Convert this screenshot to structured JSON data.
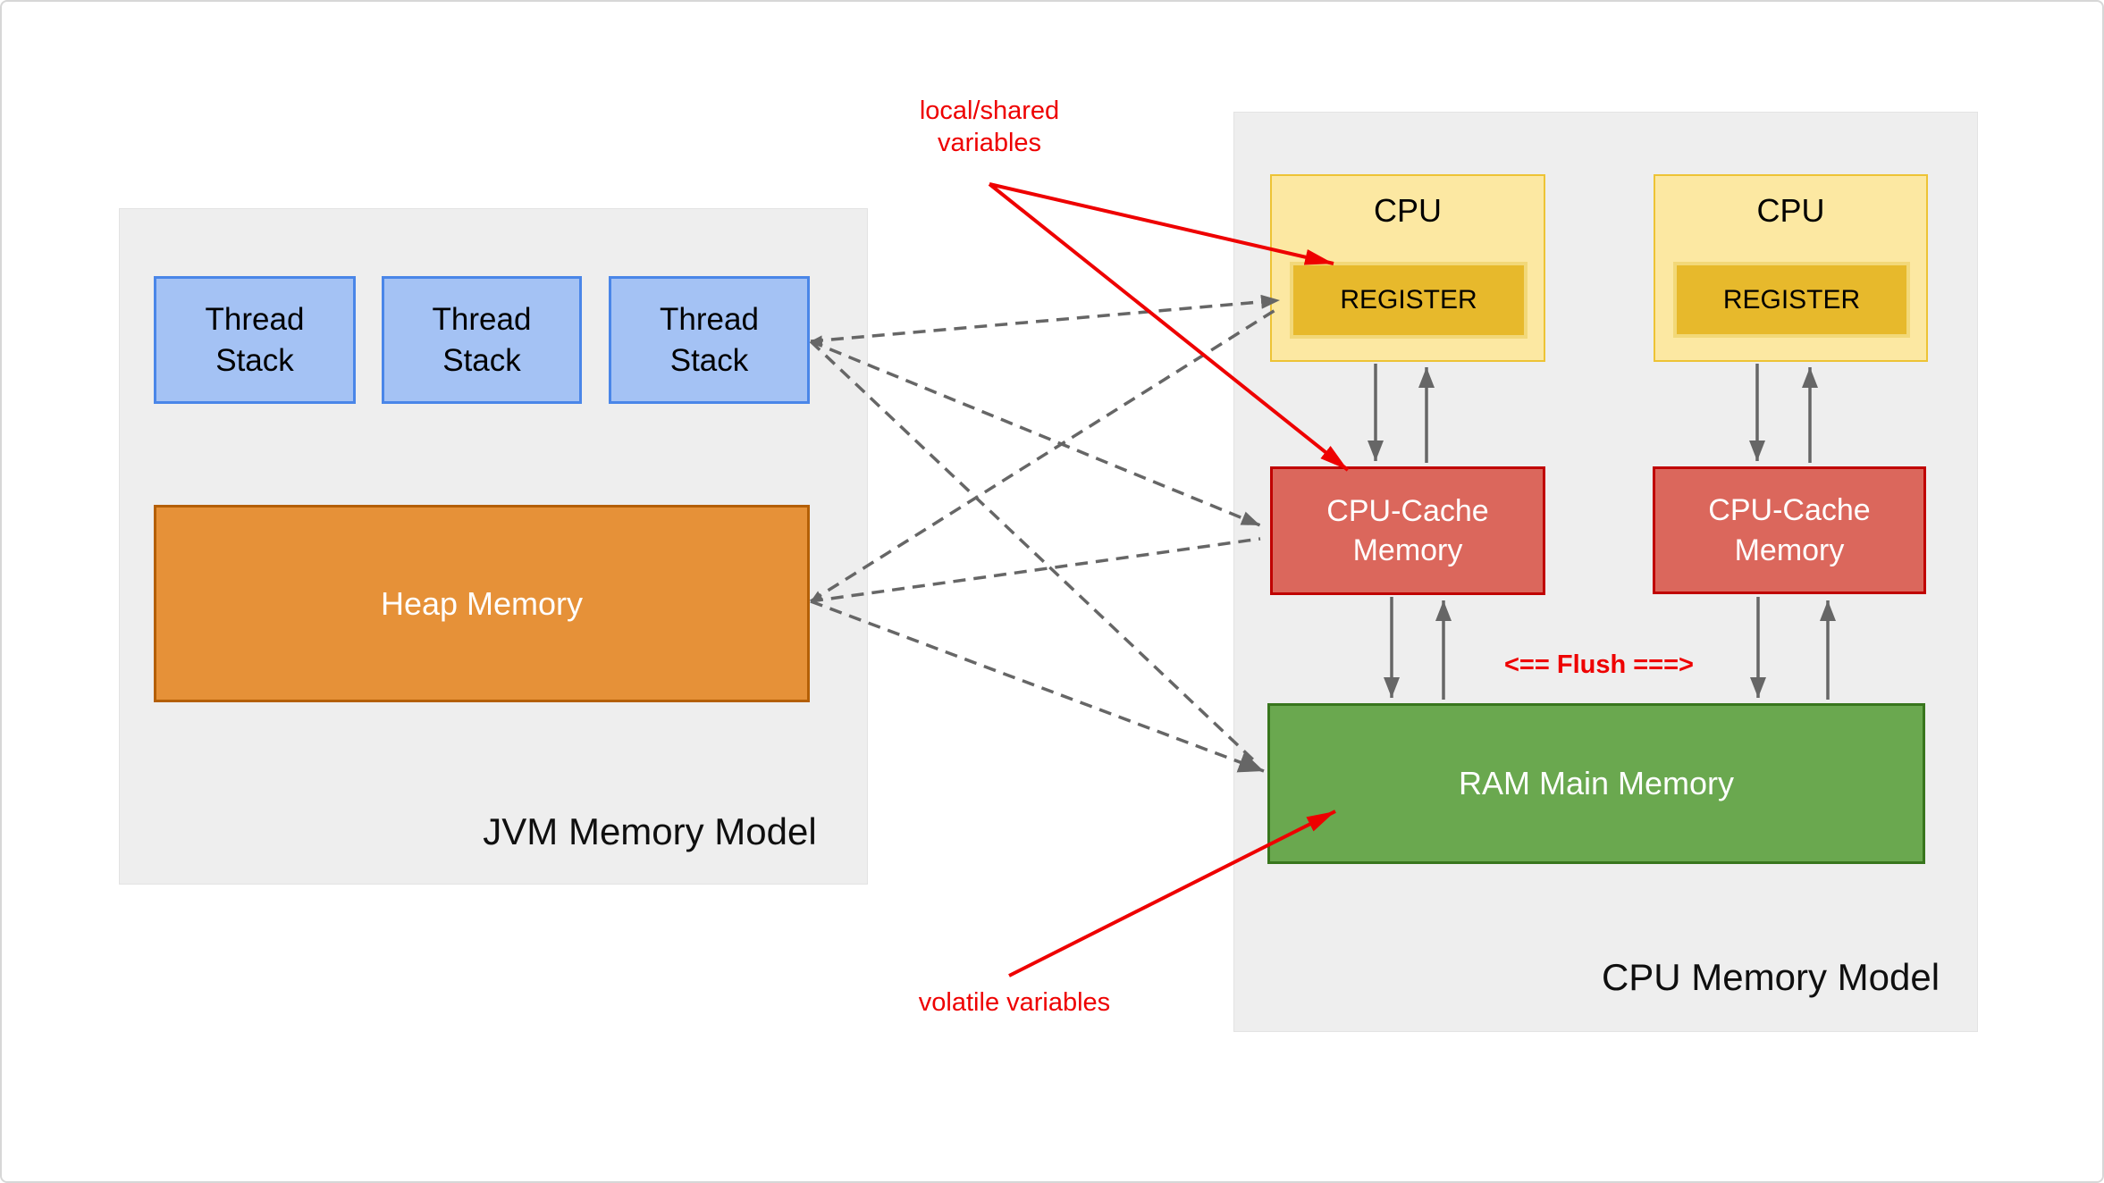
{
  "jvm_model": {
    "label": "JVM Memory Model",
    "thread_stacks": [
      "Thread Stack",
      "Thread Stack",
      "Thread Stack"
    ],
    "heap_label": "Heap Memory"
  },
  "cpu_model": {
    "label": "CPU Memory Model",
    "cpus": [
      {
        "label": "CPU",
        "register_label": "REGISTER"
      },
      {
        "label": "CPU",
        "register_label": "REGISTER"
      }
    ],
    "cache_labels": [
      "CPU-Cache Memory",
      "CPU-Cache Memory"
    ],
    "ram_label": "RAM Main Memory",
    "flush_label": "<== Flush ===>"
  },
  "annotations": {
    "local_shared_label": "local/shared variables",
    "volatile_label": "volatile variables"
  },
  "colors": {
    "thread_stack_fill": "#A4C2F4",
    "thread_stack_border": "#4A86E8",
    "heap_fill": "#E69138",
    "heap_border": "#B45F06",
    "cpu_fill": "#FCE8A2",
    "cpu_border": "#EDC335",
    "register_fill": "#E7B92C",
    "register_border": "#F2D879",
    "cache_fill": "#DB675C",
    "cache_border": "#CC0000",
    "ram_fill": "#6AA84F",
    "ram_border": "#38761D",
    "container_fill": "#EEEEEE",
    "annotation_red": "#EE0000",
    "arrow_gray": "#666666"
  }
}
